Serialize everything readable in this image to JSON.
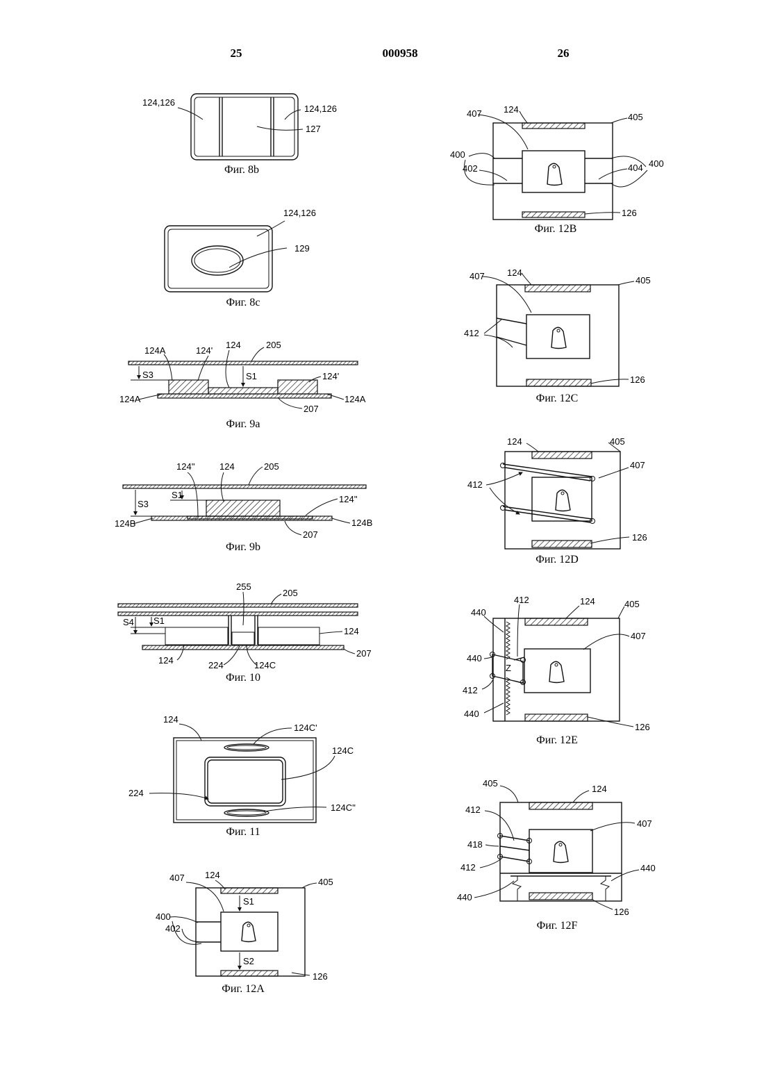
{
  "header": {
    "left_page": "25",
    "doc_number": "000958",
    "right_page": "26"
  },
  "figures": {
    "fig8b": {
      "caption": "Фиг. 8b",
      "labels": [
        "124,126",
        "124,126",
        "127"
      ]
    },
    "fig8c": {
      "caption": "Фиг. 8c",
      "labels": [
        "124,126",
        "129"
      ]
    },
    "fig9a": {
      "caption": "Фиг. 9a",
      "labels": [
        "124A",
        "124'",
        "124",
        "205",
        "S3",
        "S1",
        "124'",
        "124A",
        "207",
        "124A"
      ]
    },
    "fig9b": {
      "caption": "Фиг. 9b",
      "labels": [
        "124''",
        "124",
        "205",
        "S1",
        "S3",
        "124''",
        "124B",
        "207",
        "124B"
      ]
    },
    "fig10": {
      "caption": "Фиг. 10",
      "labels": [
        "255",
        "205",
        "S1",
        "S4",
        "124",
        "124",
        "224",
        "124C",
        "207"
      ]
    },
    "fig11": {
      "caption": "Фиг. 11",
      "labels": [
        "124",
        "124C'",
        "124C",
        "224",
        "124C''"
      ]
    },
    "fig12A": {
      "caption": "Фиг. 12A",
      "labels": [
        "407",
        "124",
        "405",
        "S1",
        "400",
        "402",
        "S2",
        "126"
      ]
    },
    "fig12B": {
      "caption": "Фиг. 12B",
      "labels": [
        "407",
        "124",
        "405",
        "400",
        "402",
        "404",
        "400",
        "126"
      ]
    },
    "fig12C": {
      "caption": "Фиг. 12C",
      "labels": [
        "407",
        "124",
        "405",
        "412",
        "126"
      ]
    },
    "fig12D": {
      "caption": "Фиг. 12D",
      "labels": [
        "124",
        "405",
        "407",
        "412",
        "126"
      ]
    },
    "fig12E": {
      "caption": "Фиг. 12E",
      "labels": [
        "412",
        "124",
        "405",
        "440",
        "407",
        "440",
        "Z",
        "412",
        "440",
        "126"
      ]
    },
    "fig12F": {
      "caption": "Фиг. 12F",
      "labels": [
        "405",
        "124",
        "412",
        "407",
        "418",
        "412",
        "440",
        "440",
        "126"
      ]
    }
  }
}
